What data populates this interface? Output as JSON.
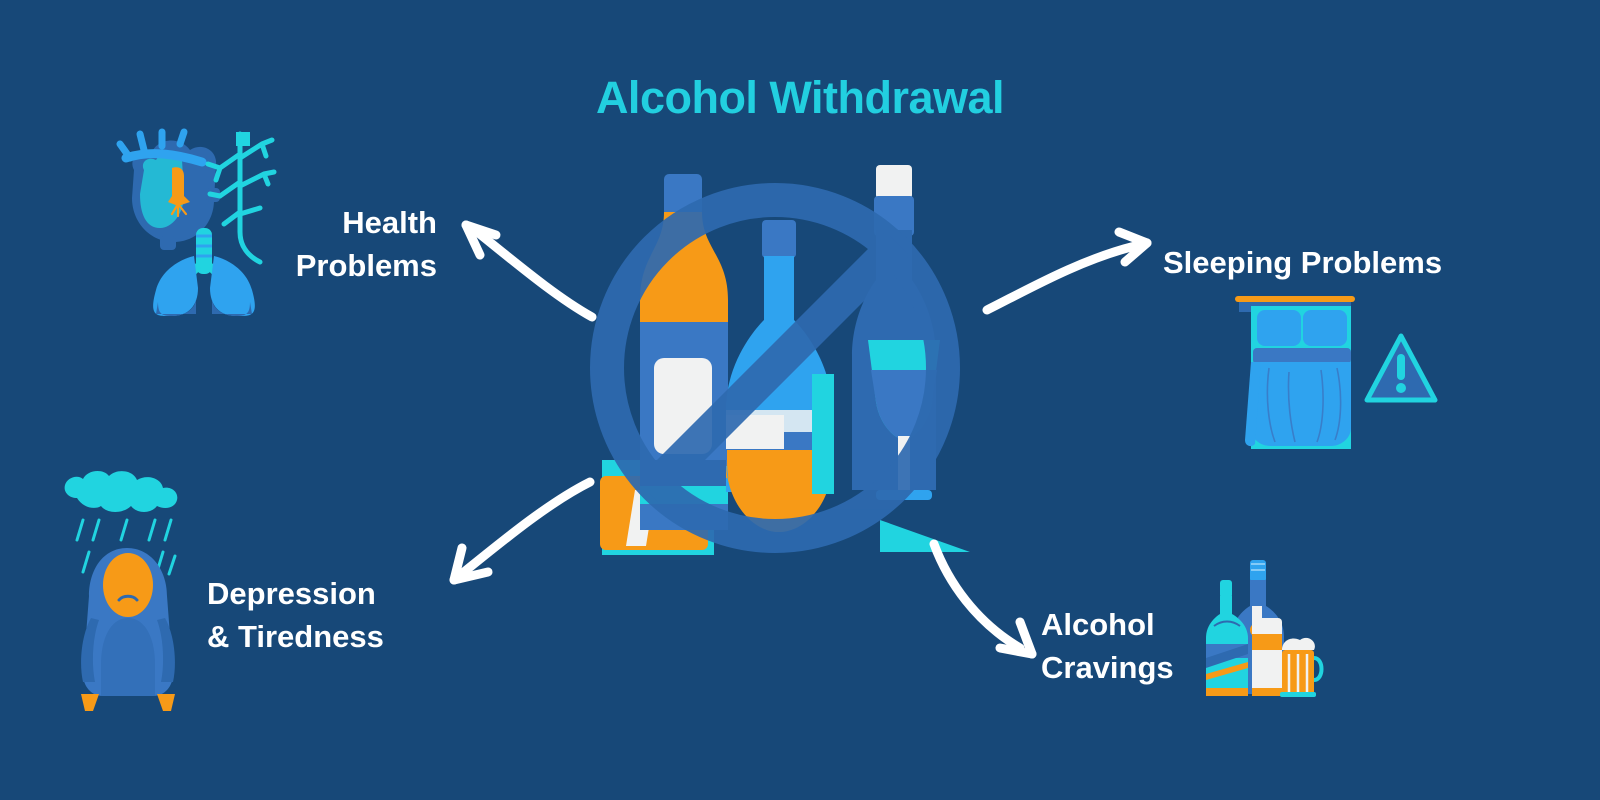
{
  "title": "Alcohol Withdrawal",
  "theme": {
    "background": "#174878",
    "title_color": "#22cfe0",
    "label_color": "#ffffff",
    "arrow_color": "#ffffff",
    "accent_orange": "#f79a17",
    "accent_cyan": "#21d4e0",
    "accent_blue": "#2fa3ef",
    "accent_mid_blue": "#3a78c4",
    "accent_deep_blue": "#2e6ab0",
    "accent_white": "#f1f2f2"
  },
  "center": {
    "icon_name": "no-alcohol-sign",
    "description": "Assorted alcohol bottles and a wine glass behind a prohibition circle with diagonal slash"
  },
  "branches": [
    {
      "id": "health",
      "label": "Health\nProblems",
      "icon_name": "heart-lungs-icon",
      "arrow_name": "arrow-to-health-problems",
      "arrow_direction": "up-left"
    },
    {
      "id": "sleeping",
      "label": "Sleeping Problems",
      "icon_name": "bed-warning-icon",
      "arrow_name": "arrow-to-sleeping-problems",
      "arrow_direction": "up-right"
    },
    {
      "id": "depression",
      "label": "Depression\n& Tiredness",
      "icon_name": "sad-person-rain-cloud-icon",
      "arrow_name": "arrow-to-depression-tiredness",
      "arrow_direction": "down-left"
    },
    {
      "id": "cravings",
      "label": "Alcohol\nCravings",
      "icon_name": "bottles-beer-mug-icon",
      "arrow_name": "arrow-to-alcohol-cravings",
      "arrow_direction": "down-right"
    }
  ]
}
